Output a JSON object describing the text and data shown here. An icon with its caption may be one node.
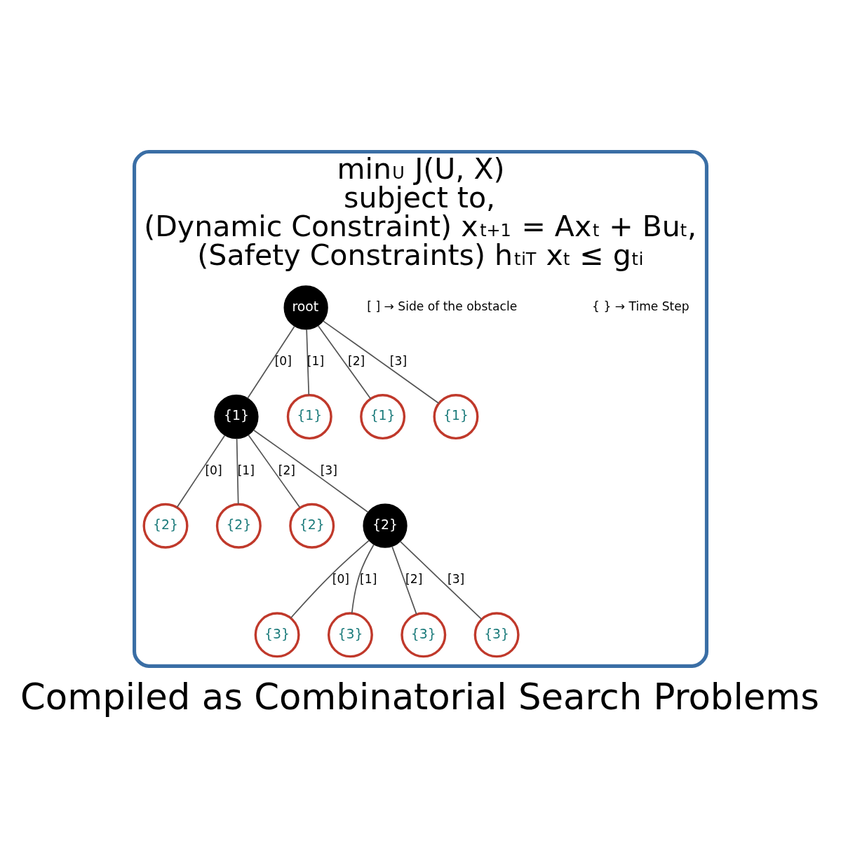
{
  "diagram": {
    "caption": "Compiled as Combinatorial Search Problems",
    "nodes": [
      {
        "text": [
          "min$_{U}$ J(U, X)",
          "subject to,",
          "(Dynamic Constraint) x$_{t+1}$ = Ax$_{t}$ + Bu$_{t}$,",
          "(Safety Constraints) h$_{t}$$^{iT}$ x$_{t}$ ≤ g$_{t}$$^{i}$"
        ]
      },
      {
        "text": [
          "root"
        ],
        "in": 0
      },
      {
        "text": [
          "{1}"
        ],
        "in": 0
      },
      {
        "text": [
          "{1}"
        ],
        "in": 0
      },
      {
        "text": [
          "{1}"
        ],
        "in": 0
      },
      {
        "text": [
          "{1}"
        ],
        "in": 0
      },
      {
        "text": [
          "{2}"
        ],
        "in": 0
      },
      {
        "text": [
          "{2}"
        ],
        "in": 0
      },
      {
        "text": [
          "{2}"
        ],
        "in": 0
      },
      {
        "text": [
          "{2}"
        ],
        "in": 0
      },
      {
        "text": [
          "{3}"
        ],
        "in": 0
      },
      {
        "text": [
          "{3}"
        ],
        "in": 0
      },
      {
        "text": [
          "{3}"
        ],
        "in": 0
      },
      {
        "text": [
          "{3}"
        ],
        "in": 0
      }
    ],
    "edges": [
      {
        "from": 1,
        "to": 2,
        "arrow": "none",
        "label": "[0]"
      },
      {
        "from": 1,
        "to": 3,
        "arrow": "none",
        "label": "[1]"
      },
      {
        "from": 1,
        "to": 4,
        "arrow": "none",
        "label": "[2]"
      },
      {
        "from": 1,
        "to": 5,
        "arrow": "none",
        "label": "[3]"
      },
      {
        "from": 2,
        "to": 6,
        "arrow": "none",
        "label": "[0]"
      },
      {
        "from": 2,
        "to": 7,
        "arrow": "none",
        "label": "[1]"
      },
      {
        "from": 2,
        "to": 8,
        "arrow": "none",
        "label": "[2]"
      },
      {
        "from": 2,
        "to": 9,
        "arrow": "none",
        "label": "[3]"
      },
      {
        "from": 9,
        "to": 10,
        "arrow": "none",
        "label": "[0]"
      },
      {
        "from": 9,
        "to": 11,
        "arrow": "none",
        "label": "[1]"
      },
      {
        "from": 9,
        "to": 12,
        "arrow": "none",
        "label": "[2]"
      },
      {
        "from": 9,
        "to": 13,
        "arrow": "none",
        "label": "[3]"
      }
    ],
    "labels": [
      "[ ] → Side of the obstacle",
      "{ } → Time Step"
    ]
  }
}
